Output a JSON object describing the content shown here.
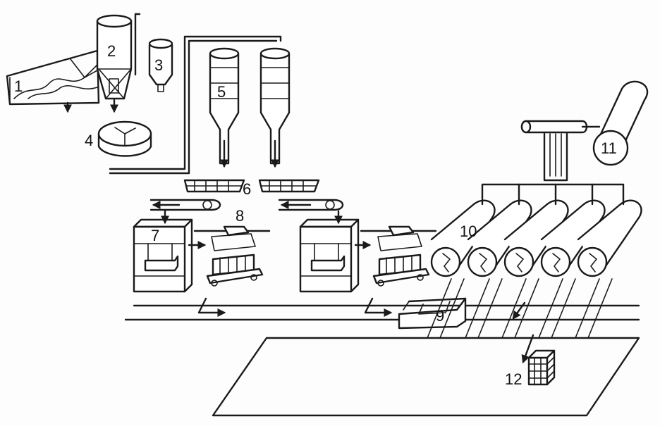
{
  "diagram": {
    "labels": {
      "l1": "1",
      "l2": "2",
      "l3": "3",
      "l4": "4",
      "l5": "5",
      "l6": "6",
      "l7": "7",
      "l8": "8",
      "l9": "9",
      "l10": "10",
      "l11": "11",
      "l12": "12"
    }
  },
  "colors": {
    "line": "#1a1a1a",
    "fill": "#ffffff",
    "background": "#fdfdfd"
  }
}
